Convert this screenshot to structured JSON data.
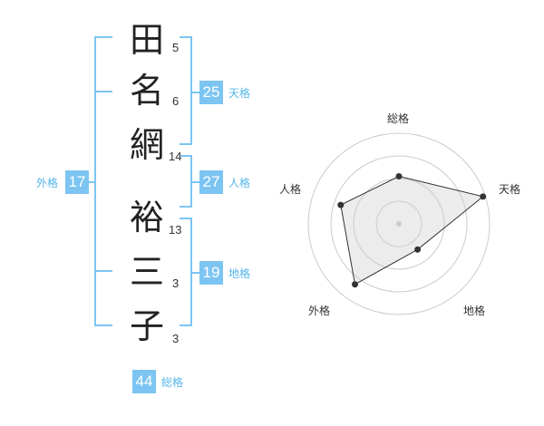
{
  "name": {
    "chars": [
      {
        "char": "田",
        "strokes": "5"
      },
      {
        "char": "名",
        "strokes": "6"
      },
      {
        "char": "網",
        "strokes": "14"
      },
      {
        "char": "裕",
        "strokes": "13"
      },
      {
        "char": "三",
        "strokes": "3"
      },
      {
        "char": "子",
        "strokes": "3"
      }
    ]
  },
  "grids": {
    "tenkaku": {
      "value": "25",
      "label": "天格"
    },
    "jinkaku": {
      "value": "27",
      "label": "人格"
    },
    "chikaku": {
      "value": "19",
      "label": "地格"
    },
    "gaikaku": {
      "value": "17",
      "label": "外格"
    },
    "soukaku": {
      "value": "44",
      "label": "総格"
    }
  },
  "colors": {
    "bracket": "#7cc5f2",
    "badge": "#7cc5f2",
    "label": "#55b5ea"
  },
  "chart_data": {
    "type": "radar",
    "axes": [
      "総格",
      "天格",
      "地格",
      "外格",
      "人格"
    ],
    "values": [
      2.1,
      3.9,
      1.4,
      3.3,
      2.7
    ],
    "max": 4,
    "rings": 4
  }
}
